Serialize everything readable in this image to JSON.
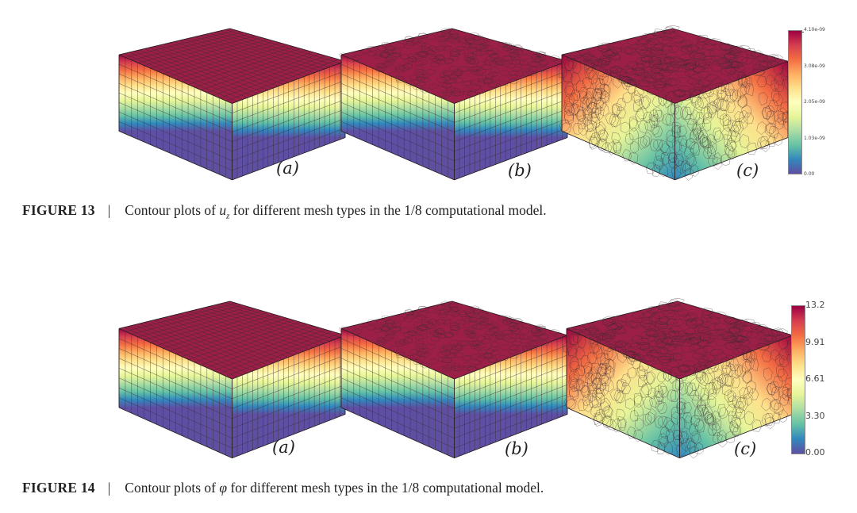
{
  "figure13": {
    "label": "FIGURE 13",
    "separator": "|",
    "caption_before": "Contour plots of ",
    "caption_symbol": "u",
    "caption_subscript": "z",
    "caption_after": " for different mesh types in the 1/8 computational model.",
    "panels": [
      {
        "label": "(a)",
        "mesh": "hexahedral"
      },
      {
        "label": "(b)",
        "mesh": "prismatic-polygon"
      },
      {
        "label": "(c)",
        "mesh": "polyhedral"
      }
    ],
    "colorbar": {
      "ticks": [
        "4.10e-09",
        "3.08e-09",
        "2.05e-09",
        "1.03e-09",
        "0.00"
      ],
      "max": 4.1e-09,
      "min": 0
    }
  },
  "figure14": {
    "label": "FIGURE 14",
    "separator": "|",
    "caption_before": "Contour plots of ",
    "caption_symbol": "φ",
    "caption_after": " for different mesh types in the 1/8 computational model.",
    "panels": [
      {
        "label": "(a)",
        "mesh": "hexahedral"
      },
      {
        "label": "(b)",
        "mesh": "prismatic-polygon"
      },
      {
        "label": "(c)",
        "mesh": "polyhedral"
      }
    ],
    "colorbar": {
      "ticks": [
        "13.2",
        "9.91",
        "6.61",
        "3.30",
        "0.00"
      ],
      "max": 13.2,
      "min": 0
    }
  },
  "colormap": [
    "#9e0142",
    "#d53e4f",
    "#f46d43",
    "#fdae61",
    "#fee08b",
    "#ffffbf",
    "#e6f598",
    "#abdda4",
    "#66c2a5",
    "#3288bd",
    "#5e4fa2"
  ],
  "top_face_color": "#9b1f47",
  "edge_color": "#3a2a30"
}
